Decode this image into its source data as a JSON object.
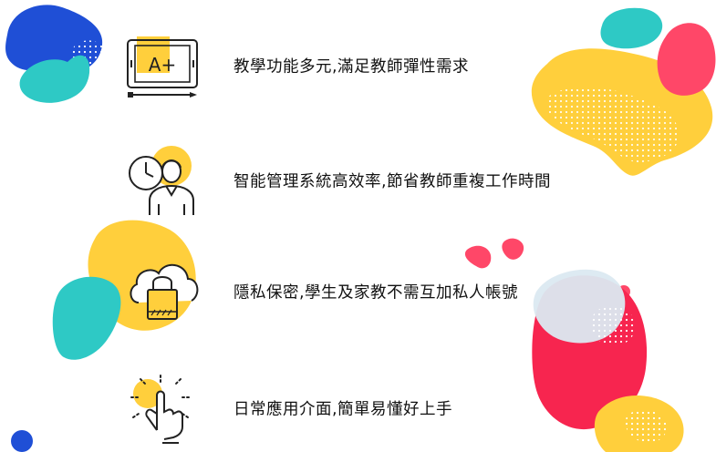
{
  "features": [
    {
      "icon": "tablet-grade-icon",
      "text": "教學功能多元,滿足教師彈性需求"
    },
    {
      "icon": "teacher-clock-icon",
      "text": "智能管理系統高效率,節省教師重複工作時間"
    },
    {
      "icon": "cloud-lock-icon",
      "text": "隱私保密,學生及家教不需互加私人帳號"
    },
    {
      "icon": "touch-hand-icon",
      "text": "日常應用介面,簡單易懂好上手"
    }
  ],
  "tablet_text": "A+",
  "colors": {
    "blue": "#1f4fd6",
    "teal": "#2ec9c5",
    "yellow": "#ffcf3c",
    "pink": "#ff4768",
    "red": "#f7254f",
    "light_blue": "#dbe9f1",
    "icon_stroke": "#222222"
  }
}
